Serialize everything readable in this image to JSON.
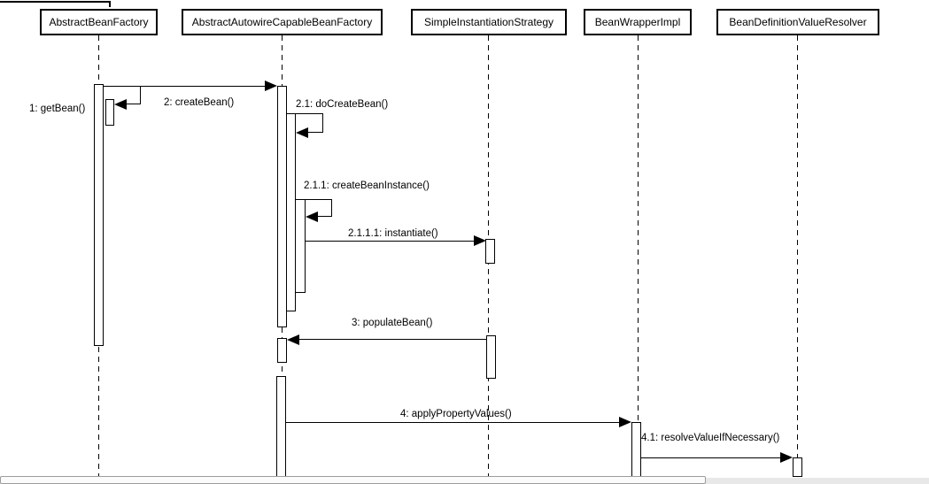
{
  "diagram": {
    "type": "uml-sequence",
    "lifelines": [
      {
        "name": "AbstractBeanFactory"
      },
      {
        "name": "AbstractAutowireCapableBeanFactory"
      },
      {
        "name": "SimpleInstantiationStrategy"
      },
      {
        "name": "BeanWrapperImpl"
      },
      {
        "name": "BeanDefinitionValueResolver"
      }
    ],
    "messages": [
      {
        "label": "1: getBean()",
        "from": "AbstractBeanFactory",
        "to": "AbstractBeanFactory",
        "kind": "self"
      },
      {
        "label": "2: createBean()",
        "from": "AbstractBeanFactory",
        "to": "AbstractAutowireCapableBeanFactory",
        "kind": "call"
      },
      {
        "label": "2.1: doCreateBean()",
        "from": "AbstractAutowireCapableBeanFactory",
        "to": "AbstractAutowireCapableBeanFactory",
        "kind": "self"
      },
      {
        "label": "2.1.1: createBeanInstance()",
        "from": "AbstractAutowireCapableBeanFactory",
        "to": "AbstractAutowireCapableBeanFactory",
        "kind": "self"
      },
      {
        "label": "2.1.1.1: instantiate()",
        "from": "AbstractAutowireCapableBeanFactory",
        "to": "SimpleInstantiationStrategy",
        "kind": "call"
      },
      {
        "label": "3: populateBean()",
        "from": "SimpleInstantiationStrategy",
        "to": "AbstractAutowireCapableBeanFactory",
        "kind": "call-left"
      },
      {
        "label": "4: applyPropertyValues()",
        "from": "AbstractAutowireCapableBeanFactory",
        "to": "BeanWrapperImpl",
        "kind": "call"
      },
      {
        "label": "4.1: resolveValueIfNecessary()",
        "from": "BeanWrapperImpl",
        "to": "BeanDefinitionValueResolver",
        "kind": "call"
      }
    ],
    "colors": {
      "line": "#000000",
      "background": "#ffffff",
      "scrollbar_track": "#e8e8e8",
      "scrollbar_thumb": "#fbfbfb"
    }
  }
}
